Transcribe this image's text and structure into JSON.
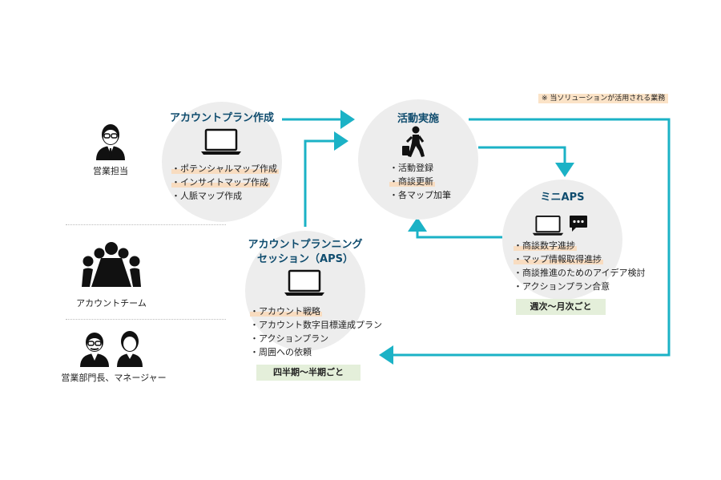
{
  "note": "※ 当ソリューションが活用される業務",
  "roles": {
    "sales": "営業担当",
    "team": "アカウントチーム",
    "managers": "営業部門長、マネージャー"
  },
  "account_plan": {
    "title": "アカウントプラン作成",
    "items": [
      {
        "text": "・ポテンシャルマップ作成",
        "highlight": true
      },
      {
        "text": "・インサイトマップ作成",
        "highlight": true
      },
      {
        "text": "・人脈マップ作成",
        "highlight": false
      }
    ]
  },
  "activity": {
    "title": "活動実施",
    "items": [
      {
        "text": "・活動登録",
        "highlight": false
      },
      {
        "text": "・商談更新",
        "highlight": true
      },
      {
        "text": "・各マップ加筆",
        "highlight": false
      }
    ]
  },
  "aps": {
    "title_line1": "アカウントプランニング",
    "title_line2": "セッション（APS）",
    "items": [
      {
        "text": "・アカウント戦略",
        "highlight": true
      },
      {
        "text": "・アカウント数字目標達成プラン",
        "highlight": false
      },
      {
        "text": "・アクションプラン",
        "highlight": false
      },
      {
        "text": "・周囲への依頼",
        "highlight": false
      }
    ],
    "frequency": "四半期〜半期ごと"
  },
  "mini_aps": {
    "title": "ミニAPS",
    "items": [
      {
        "text": "・商談数字進捗",
        "highlight": true
      },
      {
        "text": "・マップ情報取得進捗",
        "highlight": true
      },
      {
        "text": "・商談推進のためのアイデア検討",
        "highlight": false
      },
      {
        "text": "・アクションプラン合意",
        "highlight": false
      }
    ],
    "frequency": "週次〜月次ごと"
  },
  "colors": {
    "arrow": "#1bb2c6",
    "title": "#0f4c6e",
    "circle": "#ededed",
    "highlight": "#f8dcc0",
    "frequency_bg": "#e4efda"
  }
}
